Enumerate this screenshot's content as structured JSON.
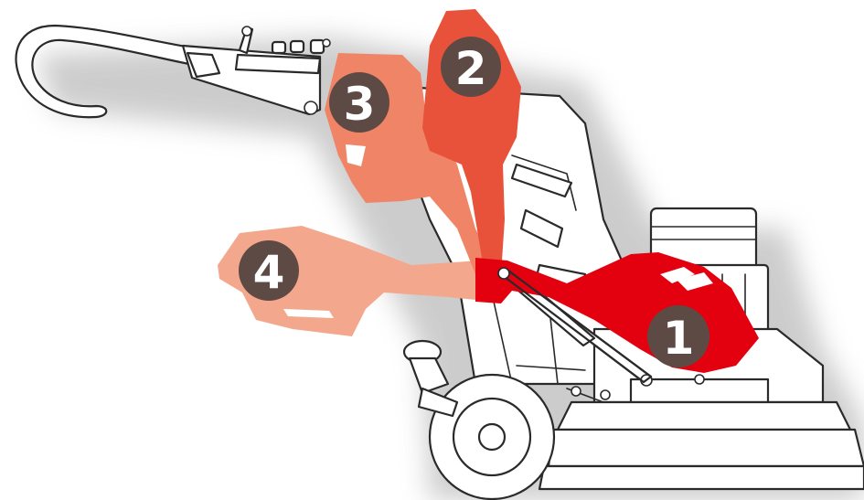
{
  "colors": {
    "position_1": "#e3000f",
    "position_2": "#e8523a",
    "position_3": "#ef8466",
    "position_4": "#f3a88d",
    "badge": "#5e4a44",
    "outline": "#2a2a2a",
    "shadow": "#b9b9b9"
  },
  "positions": [
    {
      "number": "1"
    },
    {
      "number": "2"
    },
    {
      "number": "3"
    },
    {
      "number": "4"
    }
  ],
  "icons": [
    "handle-bar",
    "control-knobs",
    "motor",
    "wheel",
    "gas-spring",
    "grinding-head"
  ]
}
